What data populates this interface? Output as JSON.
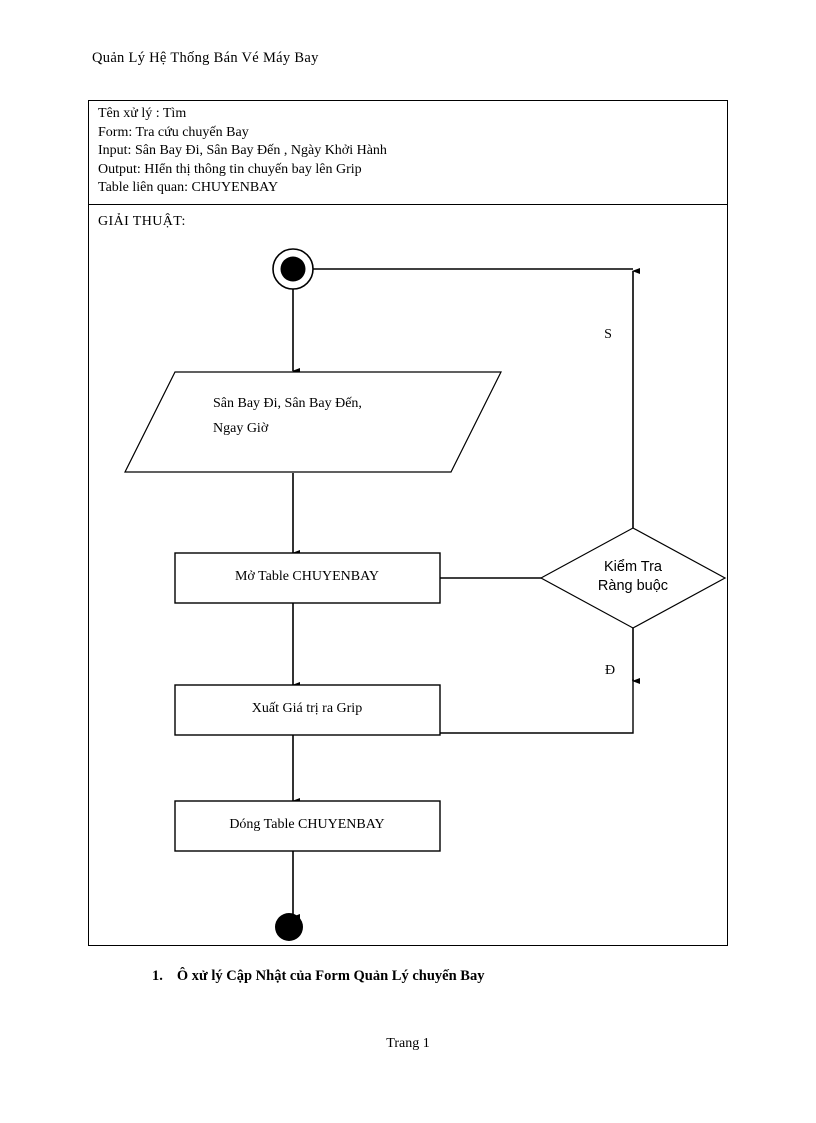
{
  "document": {
    "header_title": "Quản Lý Hệ Thống Bán Vé Máy Bay",
    "page_footer": "Trang 1",
    "caption_number": "1.",
    "caption_text": "Ô xử lý Cập Nhật của Form Quản Lý chuyến Bay"
  },
  "info": {
    "line1": "Tên xử lý : Tìm",
    "line2": "Form: Tra cứu chuyến Bay",
    "line3": "Input: Sân Bay Đi, Sân Bay  Đến , Ngày Khởi Hành",
    "line4": "Output: HIển thị thông tin chuyến bay lên Grip",
    "line5": "Table liên quan: CHUYENBAY"
  },
  "algorithm": {
    "label": "GIẢI THUẬT:",
    "nodes": {
      "start": "start-node",
      "input_line1": "Sân Bay Đi, Sân Bay Đến,",
      "input_line2": "Ngay Giờ",
      "process_open": "Mở Table CHUYENBAY",
      "decision_line1": "Kiểm Tra",
      "decision_line2": "Ràng buộc",
      "process_output": "Xuất Giá trị ra Grip",
      "process_close": "Dóng Table CHUYENBAY",
      "end": "end-node"
    },
    "branch_labels": {
      "yes": "S",
      "no": "Đ"
    }
  },
  "colors": {
    "ink": "#000000",
    "paper": "#ffffff"
  }
}
